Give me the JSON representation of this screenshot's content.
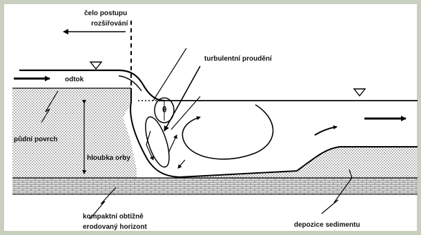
{
  "diagram": {
    "labels": {
      "front": [
        "čelo postupu",
        "rozšiřování"
      ],
      "turbulent": "turbulentní proudění",
      "runoff": "odtok",
      "soil_surface": "půdní povrch",
      "plow_depth": "hloubka orby",
      "theta": "θ",
      "compact": [
        "kompaktní obtížně",
        "erodovaný horizont"
      ],
      "deposition": "depozice sedimentu"
    },
    "colors": {
      "frame": "#c9cfbf",
      "line": "#000000",
      "stipple": "#b9b9b9",
      "compact_layer": "#d8d8d8"
    }
  }
}
